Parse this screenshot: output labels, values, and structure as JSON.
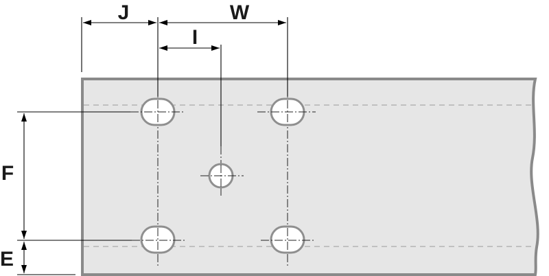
{
  "dimensions": {
    "J": "J",
    "W": "W",
    "I": "I",
    "F": "F",
    "E": "E"
  },
  "colors": {
    "plate_fill": "#e6e6e6",
    "plate_edge": "#8a8a8a",
    "hole_edge": "#8f8f8f",
    "line": "#000000"
  }
}
